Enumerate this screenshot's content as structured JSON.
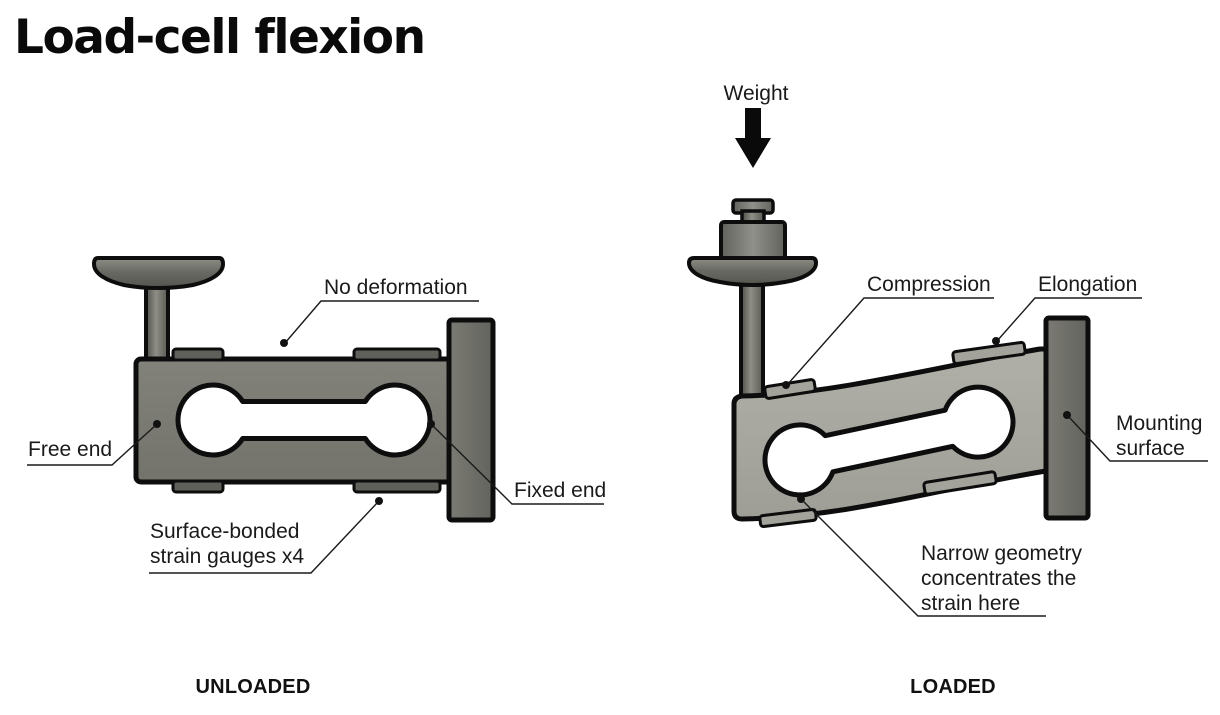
{
  "title": "Load-cell flexion",
  "figures": {
    "unloaded": {
      "caption": "UNLOADED",
      "labels": {
        "no_deformation": "No deformation",
        "free_end": "Free end",
        "fixed_end": "Fixed end",
        "strain_gauges_line1": "Surface-bonded",
        "strain_gauges_line2": "strain gauges x4"
      }
    },
    "loaded": {
      "caption": "LOADED",
      "labels": {
        "weight": "Weight",
        "compression": "Compression",
        "elongation": "Elongation",
        "mounting_line1": "Mounting",
        "mounting_line2": "surface",
        "narrow_line1": "Narrow geometry",
        "narrow_line2": "concentrates the",
        "narrow_line3": "strain here"
      }
    }
  },
  "colors": {
    "background": "#ffffff",
    "outline": "#0d0d0d",
    "text": "#1a1a1a",
    "body_unloaded": "#7a7a73",
    "body_loaded": "#a9a9a1",
    "mounting_plate": "#6f6f69",
    "hardware_dark": "#55554f",
    "gauge_unloaded": "#60605a",
    "gauge_loaded": "#a3a39b",
    "cutout": "#ffffff"
  }
}
